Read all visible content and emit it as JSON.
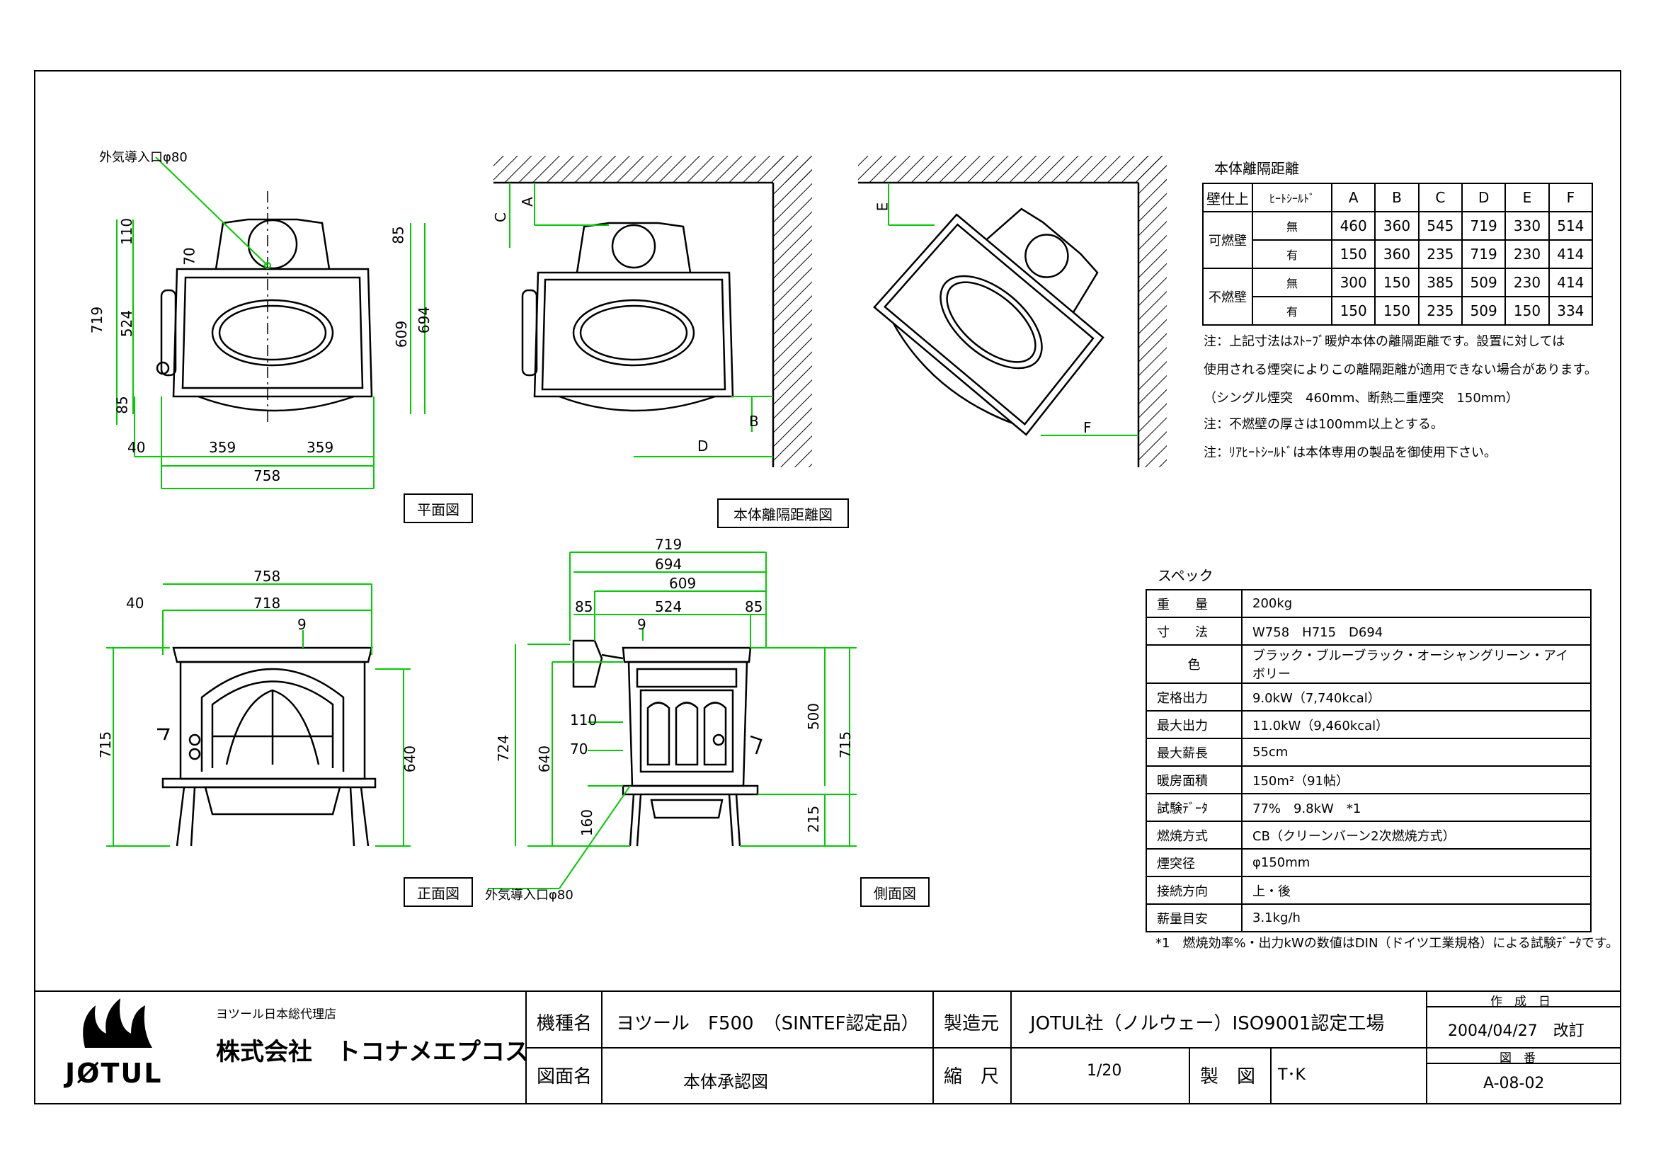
{
  "views": {
    "plan": "平面図",
    "clearance": "本体離隔距離図",
    "front": "正面図",
    "side": "側面図"
  },
  "annotations": {
    "air_inlet_plan": "外気導入口φ80",
    "air_inlet_side": "外気導入口φ80"
  },
  "plan_dims": {
    "d110": "110",
    "d70": "70",
    "d85": "85",
    "d719": "719",
    "d524": "524",
    "d609": "609",
    "d694": "694",
    "d85b": "85",
    "d40": "40",
    "d359a": "359",
    "d359b": "359",
    "d758": "758"
  },
  "clearance_labels": {
    "A": "A",
    "B": "B",
    "C": "C",
    "D": "D",
    "E": "E",
    "F": "F"
  },
  "front_dims": {
    "d758": "758",
    "d40": "40",
    "d718": "718",
    "d9": "9",
    "d715": "715",
    "d640": "640"
  },
  "side_dims": {
    "d719": "719",
    "d694": "694",
    "d609": "609",
    "d85a": "85",
    "d524": "524",
    "d85b": "85",
    "d9": "9",
    "d724": "724",
    "d640": "640",
    "d110": "110",
    "d70": "70",
    "d160": "160",
    "d500": "500",
    "d715": "715",
    "d215": "215"
  },
  "clearance_table": {
    "title": "本体離隔距離",
    "headers": [
      "壁仕上",
      "ﾋｰﾄｼｰﾙﾄﾞ",
      "A",
      "B",
      "C",
      "D",
      "E",
      "F"
    ],
    "groups": [
      {
        "wall": "可燃壁",
        "rows": [
          {
            "shield": "無",
            "values": [
              "460",
              "360",
              "545",
              "719",
              "330",
              "514"
            ]
          },
          {
            "shield": "有",
            "values": [
              "150",
              "360",
              "235",
              "719",
              "230",
              "414"
            ]
          }
        ]
      },
      {
        "wall": "不燃壁",
        "rows": [
          {
            "shield": "無",
            "values": [
              "300",
              "150",
              "385",
              "509",
              "230",
              "414"
            ]
          },
          {
            "shield": "有",
            "values": [
              "150",
              "150",
              "235",
              "509",
              "150",
              "334"
            ]
          }
        ]
      }
    ]
  },
  "notes": [
    "注：上記寸法はｽﾄｰﾌﾞ暖炉本体の離隔距離です。設置に対しては",
    "使用される煙突によりこの離隔距離が適用できない場合があります。",
    "（シングル煙突　460mm、断熱二重煙突　150mm）",
    "注：不燃壁の厚さは100mm以上とする。",
    "注：ﾘｱﾋｰﾄｼｰﾙﾄﾞは本体専用の製品を御使用下さい。"
  ],
  "spec": {
    "title": "スペック",
    "rows": [
      {
        "key": "重　　量",
        "value": "200kg"
      },
      {
        "key": "寸　　法",
        "value": "W758　H715　D694"
      },
      {
        "key": "色",
        "value": "ブラック・ブルーブラック・オーシャングリーン・アイボリー"
      },
      {
        "key": "定格出力",
        "value": "9.0kW（7,740kcal）"
      },
      {
        "key": "最大出力",
        "value": "11.0kW（9,460kcal）"
      },
      {
        "key": "最大薪長",
        "value": "55cm"
      },
      {
        "key": "暖房面積",
        "value": "150m²（91帖）"
      },
      {
        "key": "試験ﾃﾞｰﾀ",
        "value": "77%　9.8kW　*1"
      },
      {
        "key": "燃焼方式",
        "value": "CB（クリーンバーン2次燃焼方式）"
      },
      {
        "key": "煙突径",
        "value": "φ150mm"
      },
      {
        "key": "接続方向",
        "value": "上・後"
      },
      {
        "key": "薪量目安",
        "value": "3.1kg/h"
      }
    ],
    "footnote": "*1　燃焼効率%・出力kWの数値はDIN（ドイツ工業規格）による試験ﾃﾞｰﾀです。"
  },
  "title_block": {
    "distributor_note": "ヨツール日本総代理店",
    "company": "株式会社　トコナメエプコス",
    "logo_text": "JØTUL",
    "model_label": "機種名",
    "model_value": "ヨツール　F500　（SINTEF認定品）",
    "maker_label": "製造元",
    "maker_value": "JOTUL社（ノルウェー）ISO9001認定工場",
    "created_label": "作　成　日",
    "created_value": "2004/04/27　改訂",
    "drawing_label": "図面名",
    "drawing_value": "本体承認図",
    "scale_label": "縮　尺",
    "scale_value": "1/20",
    "drafter_label": "製　図",
    "drafter_value": "T･K",
    "number_label": "図　番",
    "number_value": "A-08-02"
  },
  "colors": {
    "dimension": "#00cc00",
    "line": "#000000"
  }
}
